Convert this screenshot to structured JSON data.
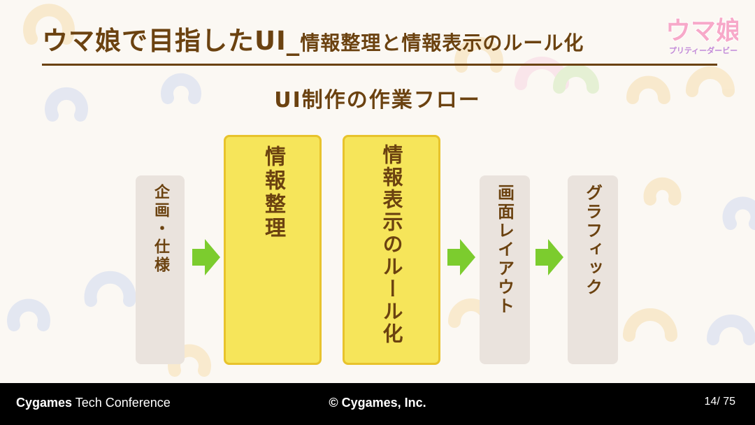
{
  "slide": {
    "title_main": "ウマ娘で目指したUI_",
    "title_sub": "情報整理と情報表示のルール化",
    "subtitle": "UI制作の作業フロー"
  },
  "logo": {
    "text_top": "ウマ娘",
    "text_bottom": "プリティーダービー"
  },
  "flow": {
    "steps": [
      {
        "label": "企画・仕様",
        "style": "gray"
      },
      {
        "label": "情報整理",
        "style": "yellow"
      },
      {
        "label": "情報表示のルール化",
        "style": "yellow"
      },
      {
        "label": "画面レイアウト",
        "style": "gray"
      },
      {
        "label": "グラフィック",
        "style": "gray"
      }
    ]
  },
  "colors": {
    "title": "#6b4210",
    "highlight_fill": "#f6e55a",
    "highlight_border": "#e8c32c",
    "step_gray": "#eae3dd",
    "arrow": "#7ccc2e"
  },
  "footer": {
    "brand_bold": "Cygames",
    "brand_light": " Tech Conference",
    "copyright": "© Cygames, Inc.",
    "page": "14/ 75"
  }
}
